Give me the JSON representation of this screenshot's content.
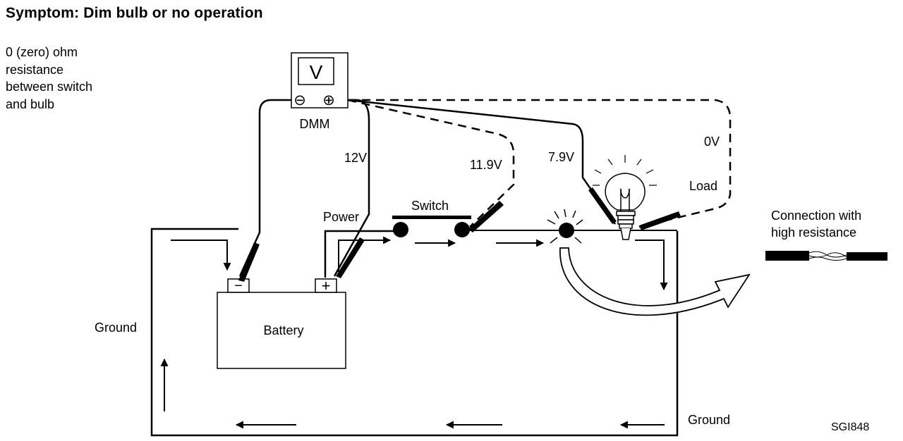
{
  "title": "Symptom: Dim bulb or no operation",
  "note": "0 (zero) ohm\nresistance\nbetween switch\nand bulb",
  "meter": {
    "label": "DMM",
    "display": "V",
    "minus": "⊖",
    "plus": "⊕"
  },
  "readings": {
    "power": "12V",
    "switch": "11.9V",
    "bulb_input": "7.9V",
    "load": "0V"
  },
  "labels": {
    "power": "Power",
    "switch": "Switch",
    "load": "Load",
    "battery": "Battery",
    "ground_left": "Ground",
    "ground_bottom": "Ground",
    "connection": "Connection with\nhigh resistance",
    "figure_id": "SGI848"
  },
  "battery": {
    "minus": "−",
    "plus": "+"
  }
}
